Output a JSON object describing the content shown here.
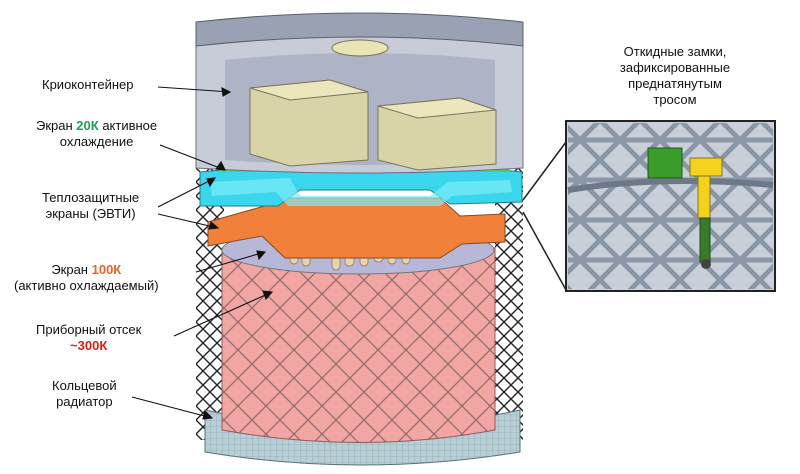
{
  "labels": {
    "cryocontainer": "Криоконтейнер",
    "screen20k_prefix": "Экран ",
    "screen20k_value": "20К",
    "screen20k_suffix": " активное",
    "screen20k_line2": "охлаждение",
    "thermal_line1": "Теплозащитные",
    "thermal_line2": "экраны (ЭВТИ)",
    "screen100k_prefix": "Экран ",
    "screen100k_value": "100К",
    "screen100k_line2": "(активно охлаждаемый)",
    "instrument_line1": "Приборный отсек",
    "instrument_value": "~300К",
    "radiator_line1": "Кольцевой",
    "radiator_line2": "радиатор"
  },
  "callout": {
    "line1": "Откидные замки,",
    "line2": "зафиксированные",
    "line3": "преднатянутым",
    "line4": "тросом"
  },
  "colors": {
    "cryo_box": "#d9d3a8",
    "screen20k": "#39d6ee",
    "screen100k": "#f0803a",
    "instrument": "#f2a0a0",
    "radiator": "#b8cfd6",
    "lattice": "#222222",
    "lock_green": "#3a9c2a",
    "lock_yellow": "#f2d21c"
  }
}
